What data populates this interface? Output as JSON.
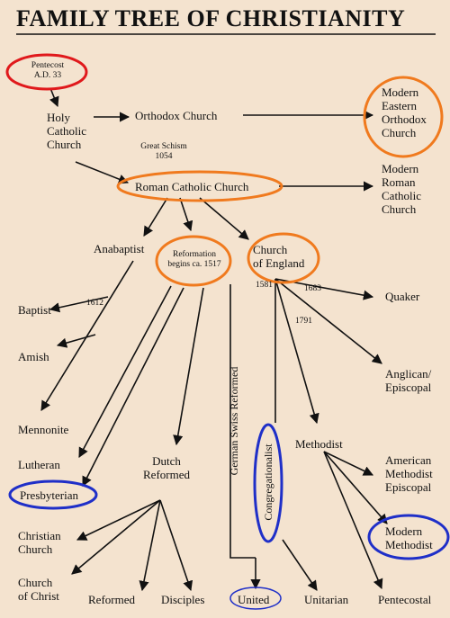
{
  "title": "FAMILY TREE OF CHRISTIANITY",
  "nodes": {
    "pentecost": "Pentecost",
    "pentecost_date": "A.D. 33",
    "holy_catholic_1": "Holy",
    "holy_catholic_2": "Catholic",
    "holy_catholic_3": "Church",
    "orthodox": "Orthodox Church",
    "modern_eastern_orthodox_1": "Modern",
    "modern_eastern_orthodox_2": "Eastern",
    "modern_eastern_orthodox_3": "Orthodox",
    "modern_eastern_orthodox_4": "Church",
    "great_schism": "Great Schism",
    "great_schism_year": "1054",
    "roman_catholic": "Roman Catholic Church",
    "modern_roman_1": "Modern",
    "modern_roman_2": "Roman",
    "modern_roman_3": "Catholic",
    "modern_roman_4": "Church",
    "anabaptist": "Anabaptist",
    "reformation_1": "Reformation",
    "reformation_2": "begins ca. 1517",
    "church_of_england_1": "Church",
    "church_of_england_2": "of England",
    "baptist": "Baptist",
    "year_1612": "1612",
    "amish": "Amish",
    "mennonite": "Mennonite",
    "lutheran": "Lutheran",
    "presbyterian": "Presbyterian",
    "christian_church_1": "Christian",
    "christian_church_2": "Church",
    "church_of_christ_1": "Church",
    "church_of_christ_2": "of Christ",
    "reformed": "Reformed",
    "disciples": "Disciples",
    "dutch_reformed_1": "Dutch",
    "dutch_reformed_2": "Reformed",
    "german_swiss_reformed": "German Swiss Reformed",
    "congregationalist": "Congregationalist",
    "united": "United",
    "unitarian": "Unitarian",
    "year_1581": "1581",
    "year_1683": "1683",
    "quaker": "Quaker",
    "year_1791": "1791",
    "anglican_1": "Anglican/",
    "anglican_2": "Episcopal",
    "methodist": "Methodist",
    "american_methodist_1": "American",
    "american_methodist_2": "Methodist",
    "american_methodist_3": "Episcopal",
    "modern_methodist_1": "Modern",
    "modern_methodist_2": "Methodist",
    "pentecostal": "Pentecostal"
  },
  "highlight_colors": {
    "red": "#e0191c",
    "orange": "#f07a1e",
    "blue": "#1f2fc8"
  }
}
